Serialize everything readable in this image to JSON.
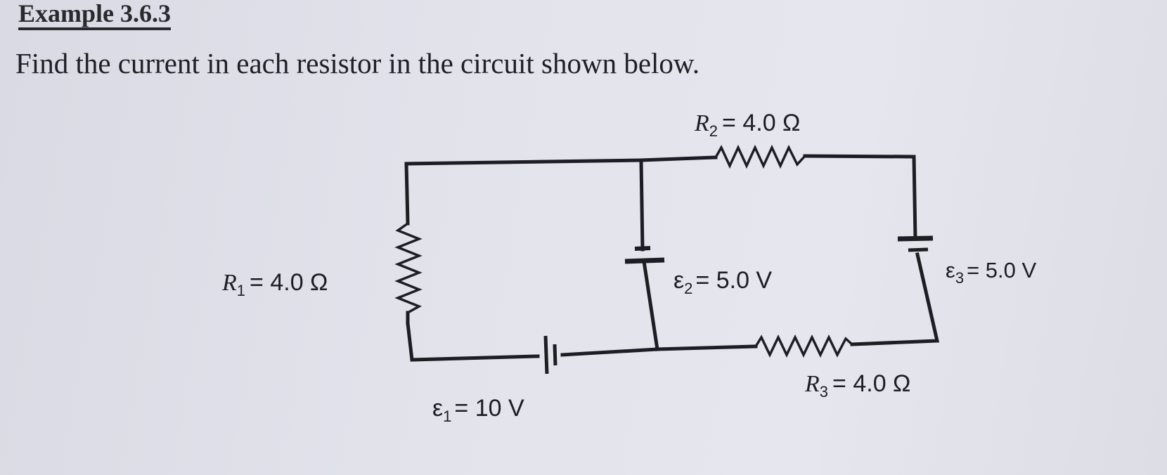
{
  "heading": "Example 3.6.3",
  "question": "Find the current in each resistor in the circuit shown below.",
  "circuit": {
    "R1": {
      "symbol": "R",
      "sub": "1",
      "value": "= 4.0 Ω"
    },
    "R2": {
      "symbol": "R",
      "sub": "2",
      "value": "= 4.0 Ω"
    },
    "R3": {
      "symbol": "R",
      "sub": "3",
      "value": "= 4.0 Ω"
    },
    "E1": {
      "symbol": "ε",
      "sub": "1",
      "value": "= 10 V"
    },
    "E2": {
      "symbol": "ε",
      "sub": "2",
      "value": "= 5.0 V"
    },
    "E3": {
      "symbol": "ε",
      "sub": "3",
      "value": "= 5.0 V"
    }
  }
}
